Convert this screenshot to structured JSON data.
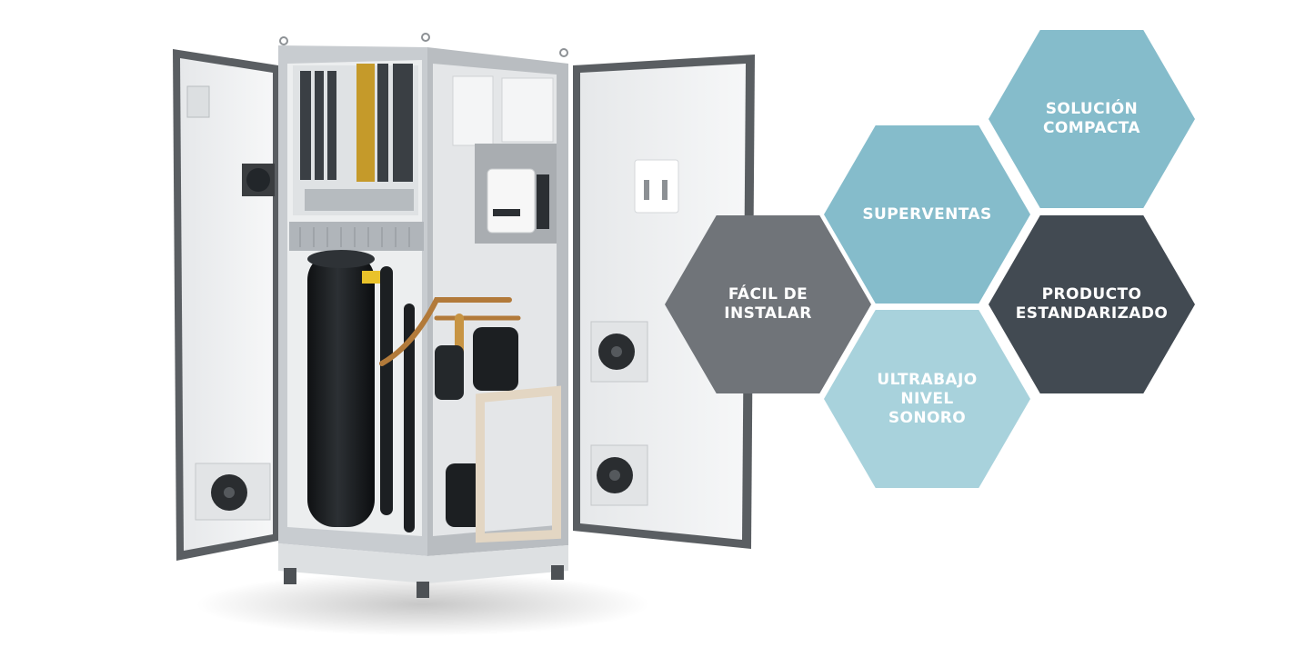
{
  "features": [
    {
      "id": "solucion",
      "label": "SOLUCIÓN\nCOMPACTA",
      "color": "#85bccb"
    },
    {
      "id": "superventas",
      "label": "SUPERVENTAS",
      "color": "#85bccb"
    },
    {
      "id": "facil",
      "label": "FÁCIL DE\nINSTALAR",
      "color": "#707479"
    },
    {
      "id": "producto",
      "label": "PRODUCTO\nESTANDARIZADO",
      "color": "#424a52"
    },
    {
      "id": "ultrabajo",
      "label": "ULTRABAJO\nNIVEL\nSONORO",
      "color": "#a8d2dc"
    }
  ],
  "illustration": {
    "icon": "open-equipment-cabinet-icon",
    "colors": {
      "frame": "#c8ccd0",
      "panel": "#eef0f1",
      "gasket": "#5a5e62",
      "tank": "#1c1f22",
      "copper": "#b27a3a",
      "fan": "#2a2d30"
    }
  }
}
